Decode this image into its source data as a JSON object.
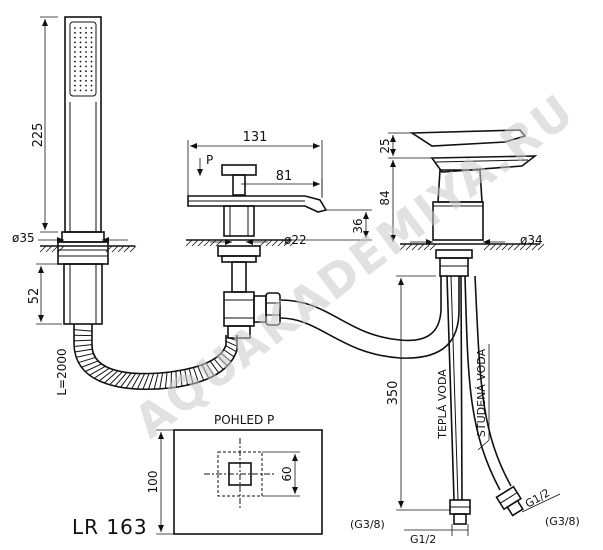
{
  "watermark": "AQUAKADEMIYA.RU",
  "model_label": "LR 163",
  "view_title": "POHLED P",
  "view_arrow_label": "P",
  "dims": {
    "shower_length": "225",
    "shower_holder_height": "52",
    "shower_diameter": "ø35",
    "hose_length": "L=2000",
    "spout_width": "131",
    "spout_reach": "81",
    "spout_height": "36",
    "spout_diameter": "ø22",
    "mixer_handle": "25",
    "mixer_height": "84",
    "mixer_diameter": "ø34",
    "hose_run": "350",
    "view_height": "100",
    "view_inner": "60"
  },
  "labels": {
    "hot_water": "TEPLÁ VODA",
    "cold_water": "STUDENÁ VODA",
    "thread_left": "(G3/8)",
    "thread_mid": "G1/2",
    "thread_right_a": "G1/2",
    "thread_right_b": "(G3/8)"
  }
}
